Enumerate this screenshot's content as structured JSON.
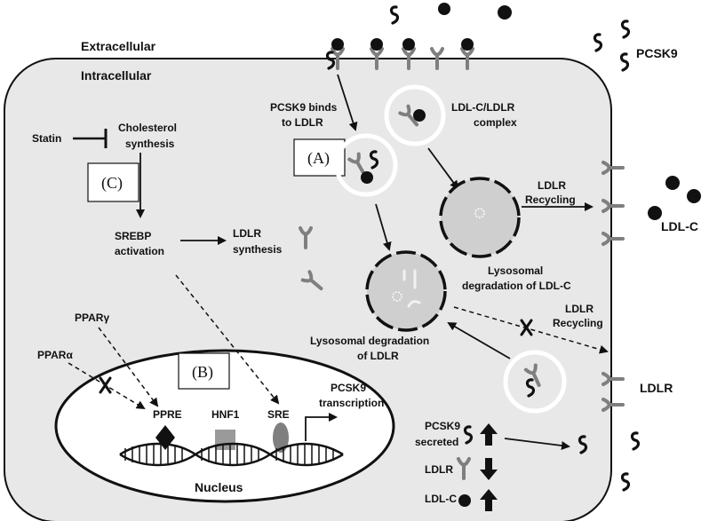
{
  "labels": {
    "extracellular": "Extracellular",
    "intracellular": "Intracellular",
    "pcsk9_top": "PCSK9",
    "ldlc_right": "LDL-C",
    "ldlr_right": "LDLR",
    "statin": "Statin",
    "cholesterol_1": "Cholesterol",
    "cholesterol_2": "synthesis",
    "box_c": "(C)",
    "box_a": "(A)",
    "box_b": "(B)",
    "srebp_1": "SREBP",
    "srebp_2": "activation",
    "ldlr_synth_1": "LDLR",
    "ldlr_synth_2": "synthesis",
    "pcsk9_binds_1": "PCSK9 binds",
    "pcsk9_binds_2": "to LDLR",
    "complex_1": "LDL-C/LDLR",
    "complex_2": "complex",
    "recycling_top_1": "LDLR",
    "recycling_top_2": "Recycling",
    "lyso_ldlc_1": "Lysosomal",
    "lyso_ldlc_2": "degradation of LDL-C",
    "lyso_ldlr_1": "Lysosomal degradation",
    "lyso_ldlr_2": "of LDLR",
    "recycling_bottom_1": "LDLR",
    "recycling_bottom_2": "Recycling",
    "ppar_gamma": "PPARγ",
    "ppar_alpha": "PPARα",
    "ppre": "PPRE",
    "hnf1": "HNF1",
    "sre": "SRE",
    "pcsk9_transcription_1": "PCSK9",
    "pcsk9_transcription_2": "transcription",
    "nucleus": "Nucleus",
    "pcsk9_secreted_1": "PCSK9",
    "pcsk9_secreted_2": "secreted",
    "legend_ldlr": "LDLR",
    "legend_ldlc": "LDL-C"
  },
  "colors": {
    "cell_fill": "#e8e8e8",
    "receptor": "#7f7f7f",
    "ldl_dot": "#111111",
    "lysosome": "#cfcfcf"
  }
}
